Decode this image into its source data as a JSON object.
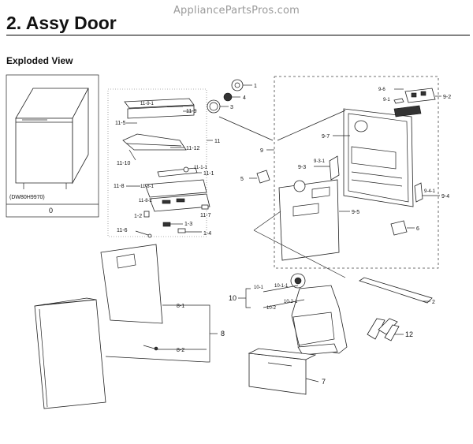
{
  "watermark": "AppliancePartsPros.com",
  "header": {
    "title": "2.  Assy Door",
    "subtitle": "Exploded View"
  },
  "inset": {
    "model": "(DW80H9970)",
    "index": "0"
  },
  "callouts": {
    "c1": "1",
    "c2": "2",
    "c3": "3",
    "c4": "4",
    "c5": "5",
    "c6": "6",
    "c7": "7",
    "c8": "8",
    "c8_1": "8-1",
    "c8_2": "8-2",
    "c9": "9",
    "c9_1": "9-1",
    "c9_2": "9-2",
    "c9_3": "9-3",
    "c9_3_1": "9-3-1",
    "c9_4": "9-4",
    "c9_4_1": "9-4-1",
    "c9_5": "9-5",
    "c9_6": "9-6",
    "c9_7": "9-7",
    "c10": "10",
    "c10_1": "10-1",
    "c10_1_1": "10-1-1",
    "c10_2": "10-2",
    "c10_2_1": "10-2-1",
    "c11": "11",
    "c11_1": "11-1",
    "c11_1_1": "11-1-1",
    "c11_2": "1-2",
    "c11_3": "1-3",
    "c11_4": "1-4",
    "c11_5": "11-5",
    "c11_6": "11-6",
    "c11_7": "11-7",
    "c11_8": "11-8",
    "c11_8_1": "11-8-1",
    "c11_8_2": "11-8-2",
    "c11_9": "11-9",
    "c11_9_1": "11-9-1",
    "c11_10": "11-10",
    "c11_12": "11-12",
    "c12": "12"
  }
}
